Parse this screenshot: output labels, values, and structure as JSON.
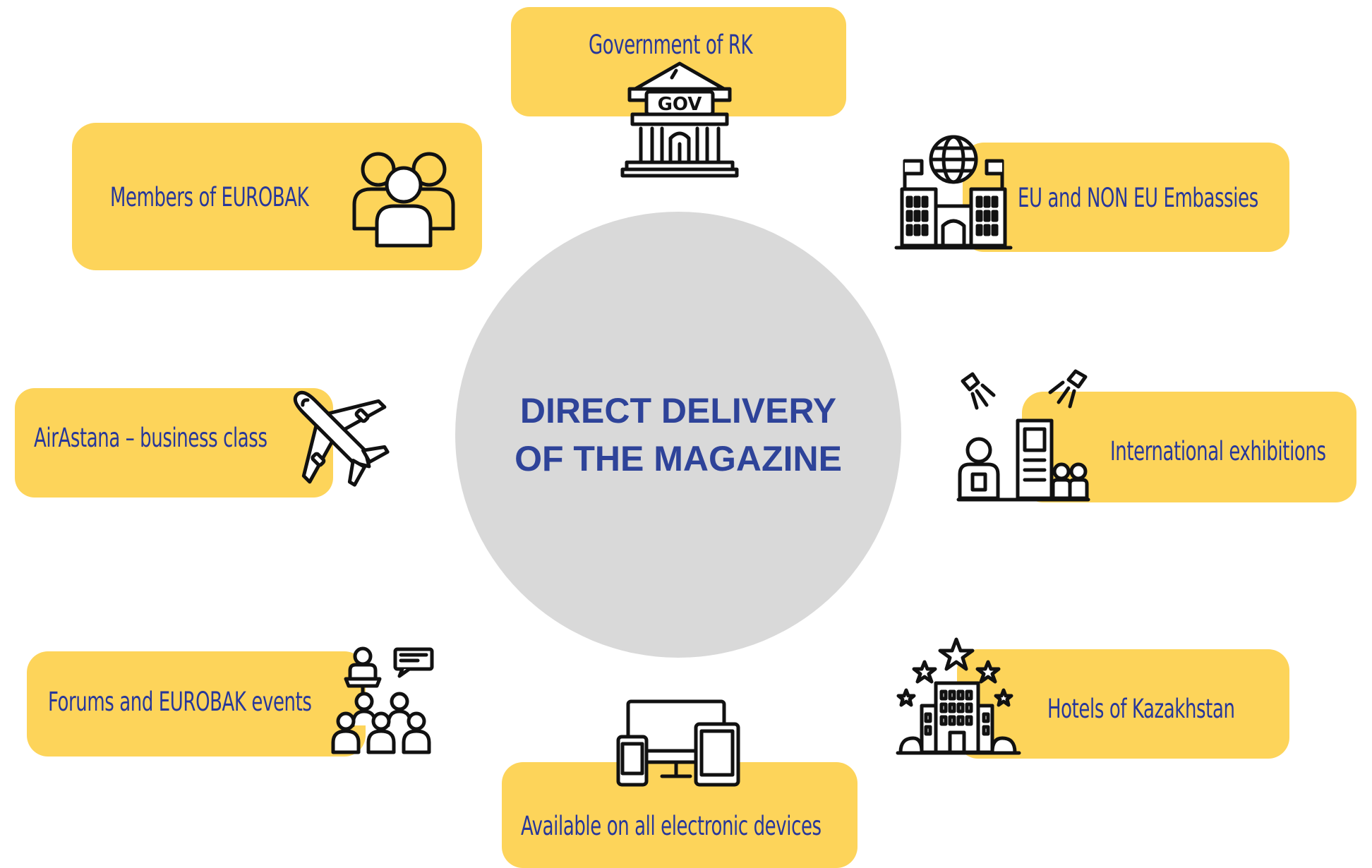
{
  "center": {
    "line1": "DIRECT DELIVERY",
    "line2": "OF THE MAGAZINE"
  },
  "nodes": {
    "government": {
      "label": "Government of RK",
      "icon": "government-building-icon",
      "icon_text": "GOV"
    },
    "embassies": {
      "label": "EU and NON EU Embassies",
      "icon": "embassy-globe-icon"
    },
    "exhibitions": {
      "label": "International exhibitions",
      "icon": "exhibition-stand-icon"
    },
    "hotels": {
      "label": "Hotels of Kazakhstan",
      "icon": "hotel-stars-icon"
    },
    "devices": {
      "label": "Available on all electronic devices",
      "icon": "devices-icon"
    },
    "forums": {
      "label": "Forums and EUROBAK events",
      "icon": "conference-audience-icon"
    },
    "airline": {
      "label": "AirAstana – business class",
      "icon": "airplane-icon"
    },
    "members": {
      "label": "Members of EUROBAK",
      "icon": "people-group-icon"
    }
  },
  "colors": {
    "pill": "#fdd45a",
    "label_text": "#27379a",
    "center_circle": "#d9d9d9",
    "center_text": "#2e4399"
  }
}
